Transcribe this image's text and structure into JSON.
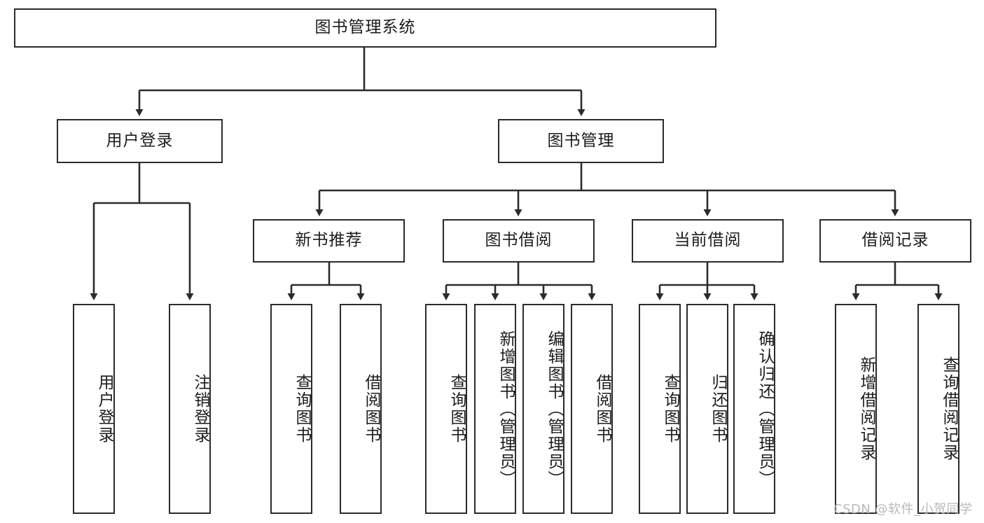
{
  "diagram": {
    "title": "图书管理系统",
    "type": "tree-hierarchy-diagram",
    "root": {
      "label": "图书管理系统"
    },
    "level1": [
      {
        "label": "用户登录"
      },
      {
        "label": "图书管理"
      }
    ],
    "level2": [
      {
        "label": "新书推荐"
      },
      {
        "label": "图书借阅"
      },
      {
        "label": "当前借阅"
      },
      {
        "label": "借阅记录"
      }
    ],
    "leaves": {
      "user_login": [
        {
          "label": "用户登录"
        },
        {
          "label": "注销登录"
        }
      ],
      "new_book_recommend": [
        {
          "label": "查询图书"
        },
        {
          "label": "借阅图书"
        }
      ],
      "book_borrow": [
        {
          "label": "查询图书"
        },
        {
          "label": "新增图书（管理员）"
        },
        {
          "label": "编辑图书（管理员）"
        },
        {
          "label": "借阅图书"
        }
      ],
      "current_borrow": [
        {
          "label": "查询图书"
        },
        {
          "label": "归还图书"
        },
        {
          "label": "确认归还（管理员）"
        }
      ],
      "borrow_record": [
        {
          "label": "新增借阅记录"
        },
        {
          "label": "查询借阅记录"
        }
      ]
    }
  },
  "watermark": {
    "text": "CSDN @软件_小贺同学"
  },
  "colors": {
    "background": "#ffffff",
    "node_border": "#2b2b2b",
    "node_fill": "#ffffff",
    "text": "#1c1c1c",
    "edge": "#2b2b2b",
    "watermark": "#b9b9b9"
  }
}
